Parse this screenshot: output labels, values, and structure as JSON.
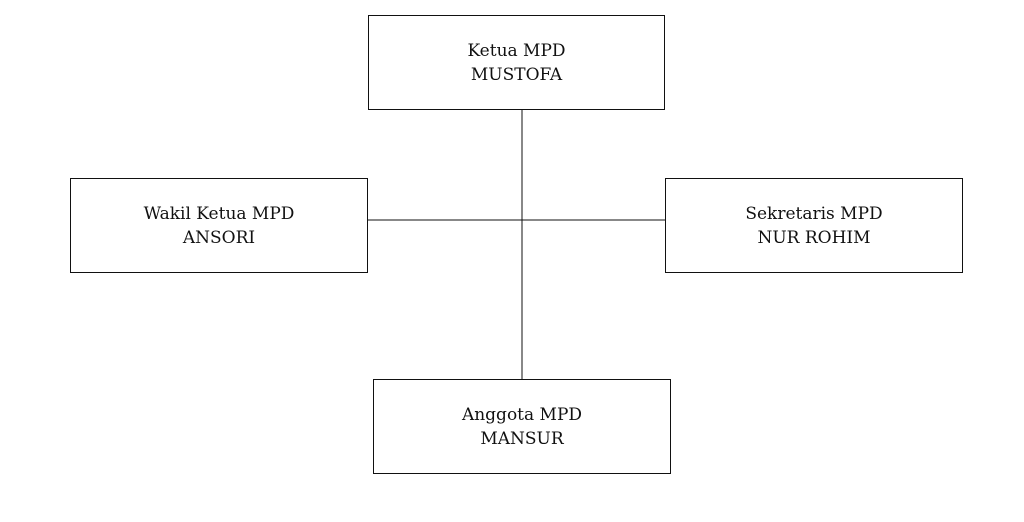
{
  "diagram": {
    "nodes": [
      {
        "id": "ketua",
        "role": "Ketua MPD",
        "name": "MUSTOFA"
      },
      {
        "id": "wakil",
        "role": "Wakil Ketua MPD",
        "name": "ANSORI"
      },
      {
        "id": "sekretaris",
        "role": "Sekretaris MPD",
        "name": "NUR ROHIM"
      },
      {
        "id": "anggota",
        "role": "Anggota MPD",
        "name": "MANSUR"
      }
    ],
    "edges": [
      {
        "from": "ketua",
        "to": "anggota"
      },
      {
        "from": "wakil",
        "to": "sekretaris"
      }
    ],
    "colors": {
      "line": "#111111",
      "background": "#ffffff"
    }
  }
}
